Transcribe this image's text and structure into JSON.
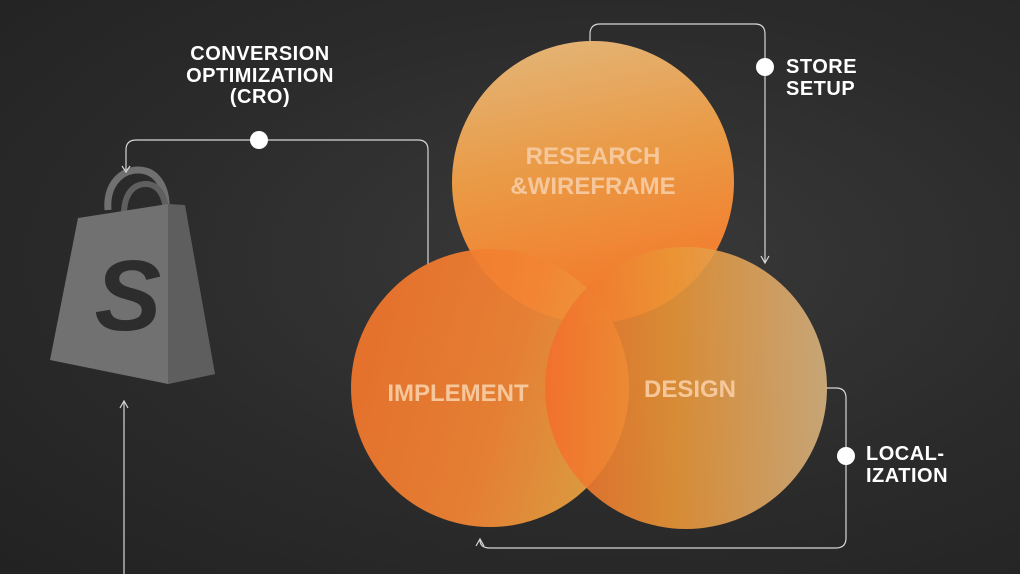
{
  "labels": {
    "cro": [
      "CONVERSION",
      "OPTIMIZATION",
      "(CRO)"
    ],
    "store_setup": [
      "STORE",
      "SETUP"
    ],
    "localization": [
      "LOCAL-",
      "IZATION"
    ]
  },
  "circles": {
    "research": [
      "RESEARCH",
      "&WIREFRAME"
    ],
    "implement": "IMPLEMENT",
    "design": "DESIGN"
  },
  "logo": {
    "icon": "shopping-bag-logo",
    "letter": "S"
  },
  "colors": {
    "background": "#2b2b2b",
    "circle_orange": "#f07a2a",
    "circle_amber": "#e9a43a",
    "circle_sand": "#d9b078",
    "circle_text": "#f6c79a",
    "connector": "#d6d6d6",
    "label": "#ffffff",
    "logo": "#707070"
  }
}
